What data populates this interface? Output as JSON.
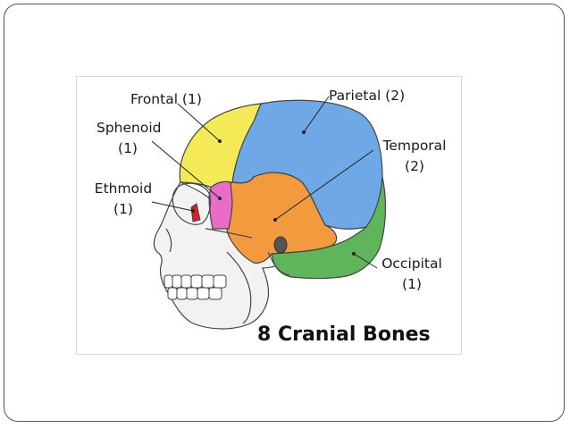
{
  "figure": {
    "title": "8 Cranial Bones",
    "labels": {
      "frontal": {
        "name": "Frontal (1)"
      },
      "parietal": {
        "name": "Parietal (2)"
      },
      "sphenoid": {
        "name": "Sphenoid",
        "count": "(1)"
      },
      "temporal": {
        "name": "Temporal",
        "count": "(2)"
      },
      "ethmoid": {
        "name": "Ethmoid",
        "count": "(1)"
      },
      "occipital": {
        "name": "Occipital",
        "count": "(1)"
      }
    },
    "colors": {
      "frontal": "#f4ea57",
      "parietal": "#6fa8e6",
      "temporal": "#f29a3d",
      "sphenoid": "#e96cc6",
      "ethmoid": "#d91f1f",
      "occipital": "#5eb55a",
      "face": "#f2f2f2"
    }
  }
}
